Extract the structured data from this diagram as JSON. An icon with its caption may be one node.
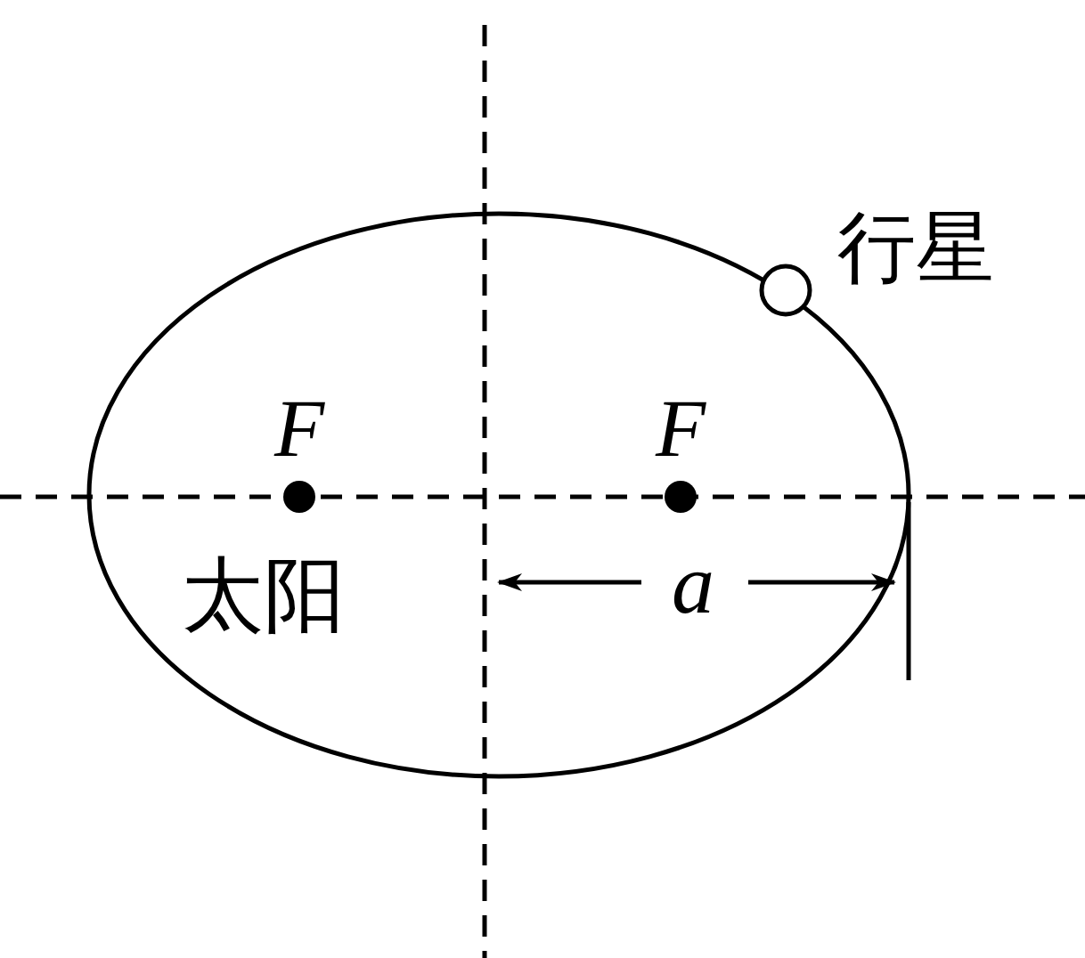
{
  "diagram": {
    "nodes": [
      {
        "text": [],
        "shape": "circle",
        "beside": [
          "行星"
        ]
      }
    ],
    "labels": [
      "F",
      "F",
      "太阳",
      "a"
    ]
  }
}
